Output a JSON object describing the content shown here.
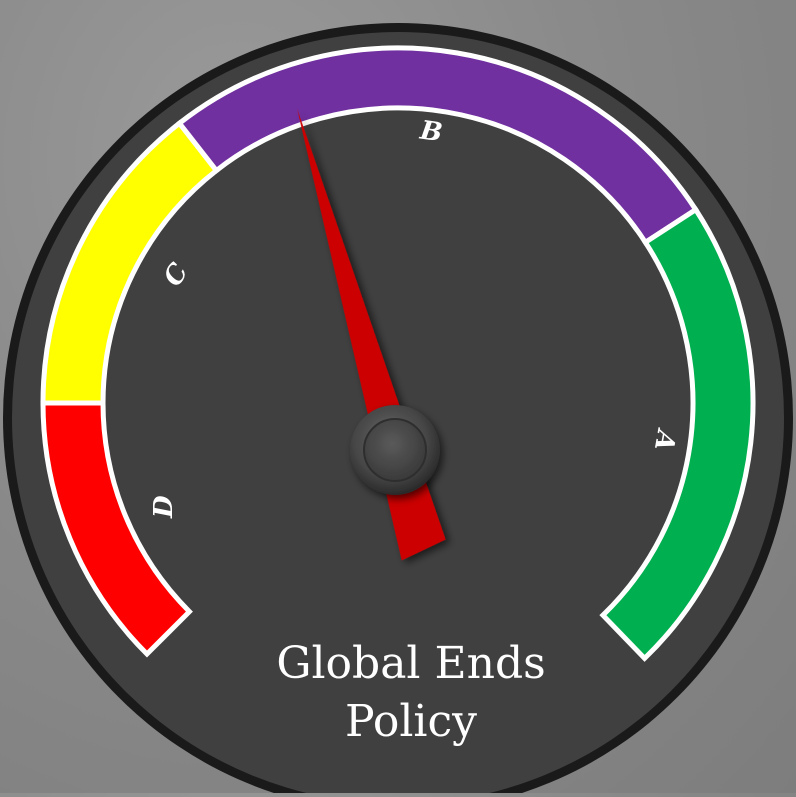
{
  "gauge": {
    "title_line1": "Global Ends",
    "title_line2": "Policy",
    "needle_angle_deg": -16,
    "segments": [
      {
        "label": "D",
        "color": "#ff0000"
      },
      {
        "label": "C",
        "color": "#ffff00"
      },
      {
        "label": "B",
        "color": "#7030a0"
      },
      {
        "label": "A",
        "color": "#00b050"
      }
    ],
    "colors": {
      "dial_face": "#404040",
      "bezel": "#1a1a1a",
      "needle": "#cc0000",
      "hub": "#4a4a4a"
    }
  }
}
